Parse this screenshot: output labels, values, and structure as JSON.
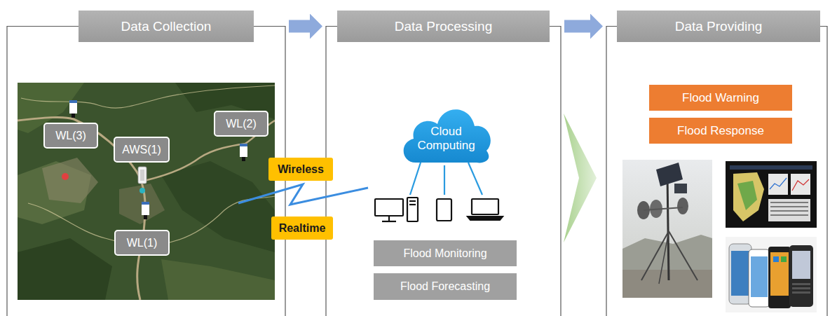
{
  "diagram": {
    "nodes": [
      {
        "text": [
          "Data Collection"
        ]
      },
      {
        "text": [
          "WL(3)"
        ],
        "in": 0
      },
      {
        "text": [
          "AWS(1)"
        ],
        "in": 0
      },
      {
        "text": [
          "WL(2)"
        ],
        "in": 0
      },
      {
        "text": [
          "WL(1)"
        ],
        "in": 0
      },
      {
        "text": [
          "Wireless"
        ]
      },
      {
        "text": [
          "Realtime"
        ]
      },
      {
        "text": [
          "Data Processing"
        ]
      },
      {
        "text": [
          "Cloud Computing"
        ],
        "in": 7
      },
      {
        "text": [
          "Flood Monitoring"
        ],
        "in": 7
      },
      {
        "text": [
          "Flood Forecasting"
        ],
        "in": 7
      },
      {
        "text": [
          "Data Providing"
        ]
      },
      {
        "text": [
          "Flood Warning"
        ],
        "in": 11
      },
      {
        "text": [
          "Flood Response"
        ],
        "in": 11
      }
    ],
    "edges": [
      {
        "from": 0,
        "to": 7,
        "arrow": "to"
      },
      {
        "from": 7,
        "to": 11,
        "arrow": "to"
      }
    ]
  }
}
